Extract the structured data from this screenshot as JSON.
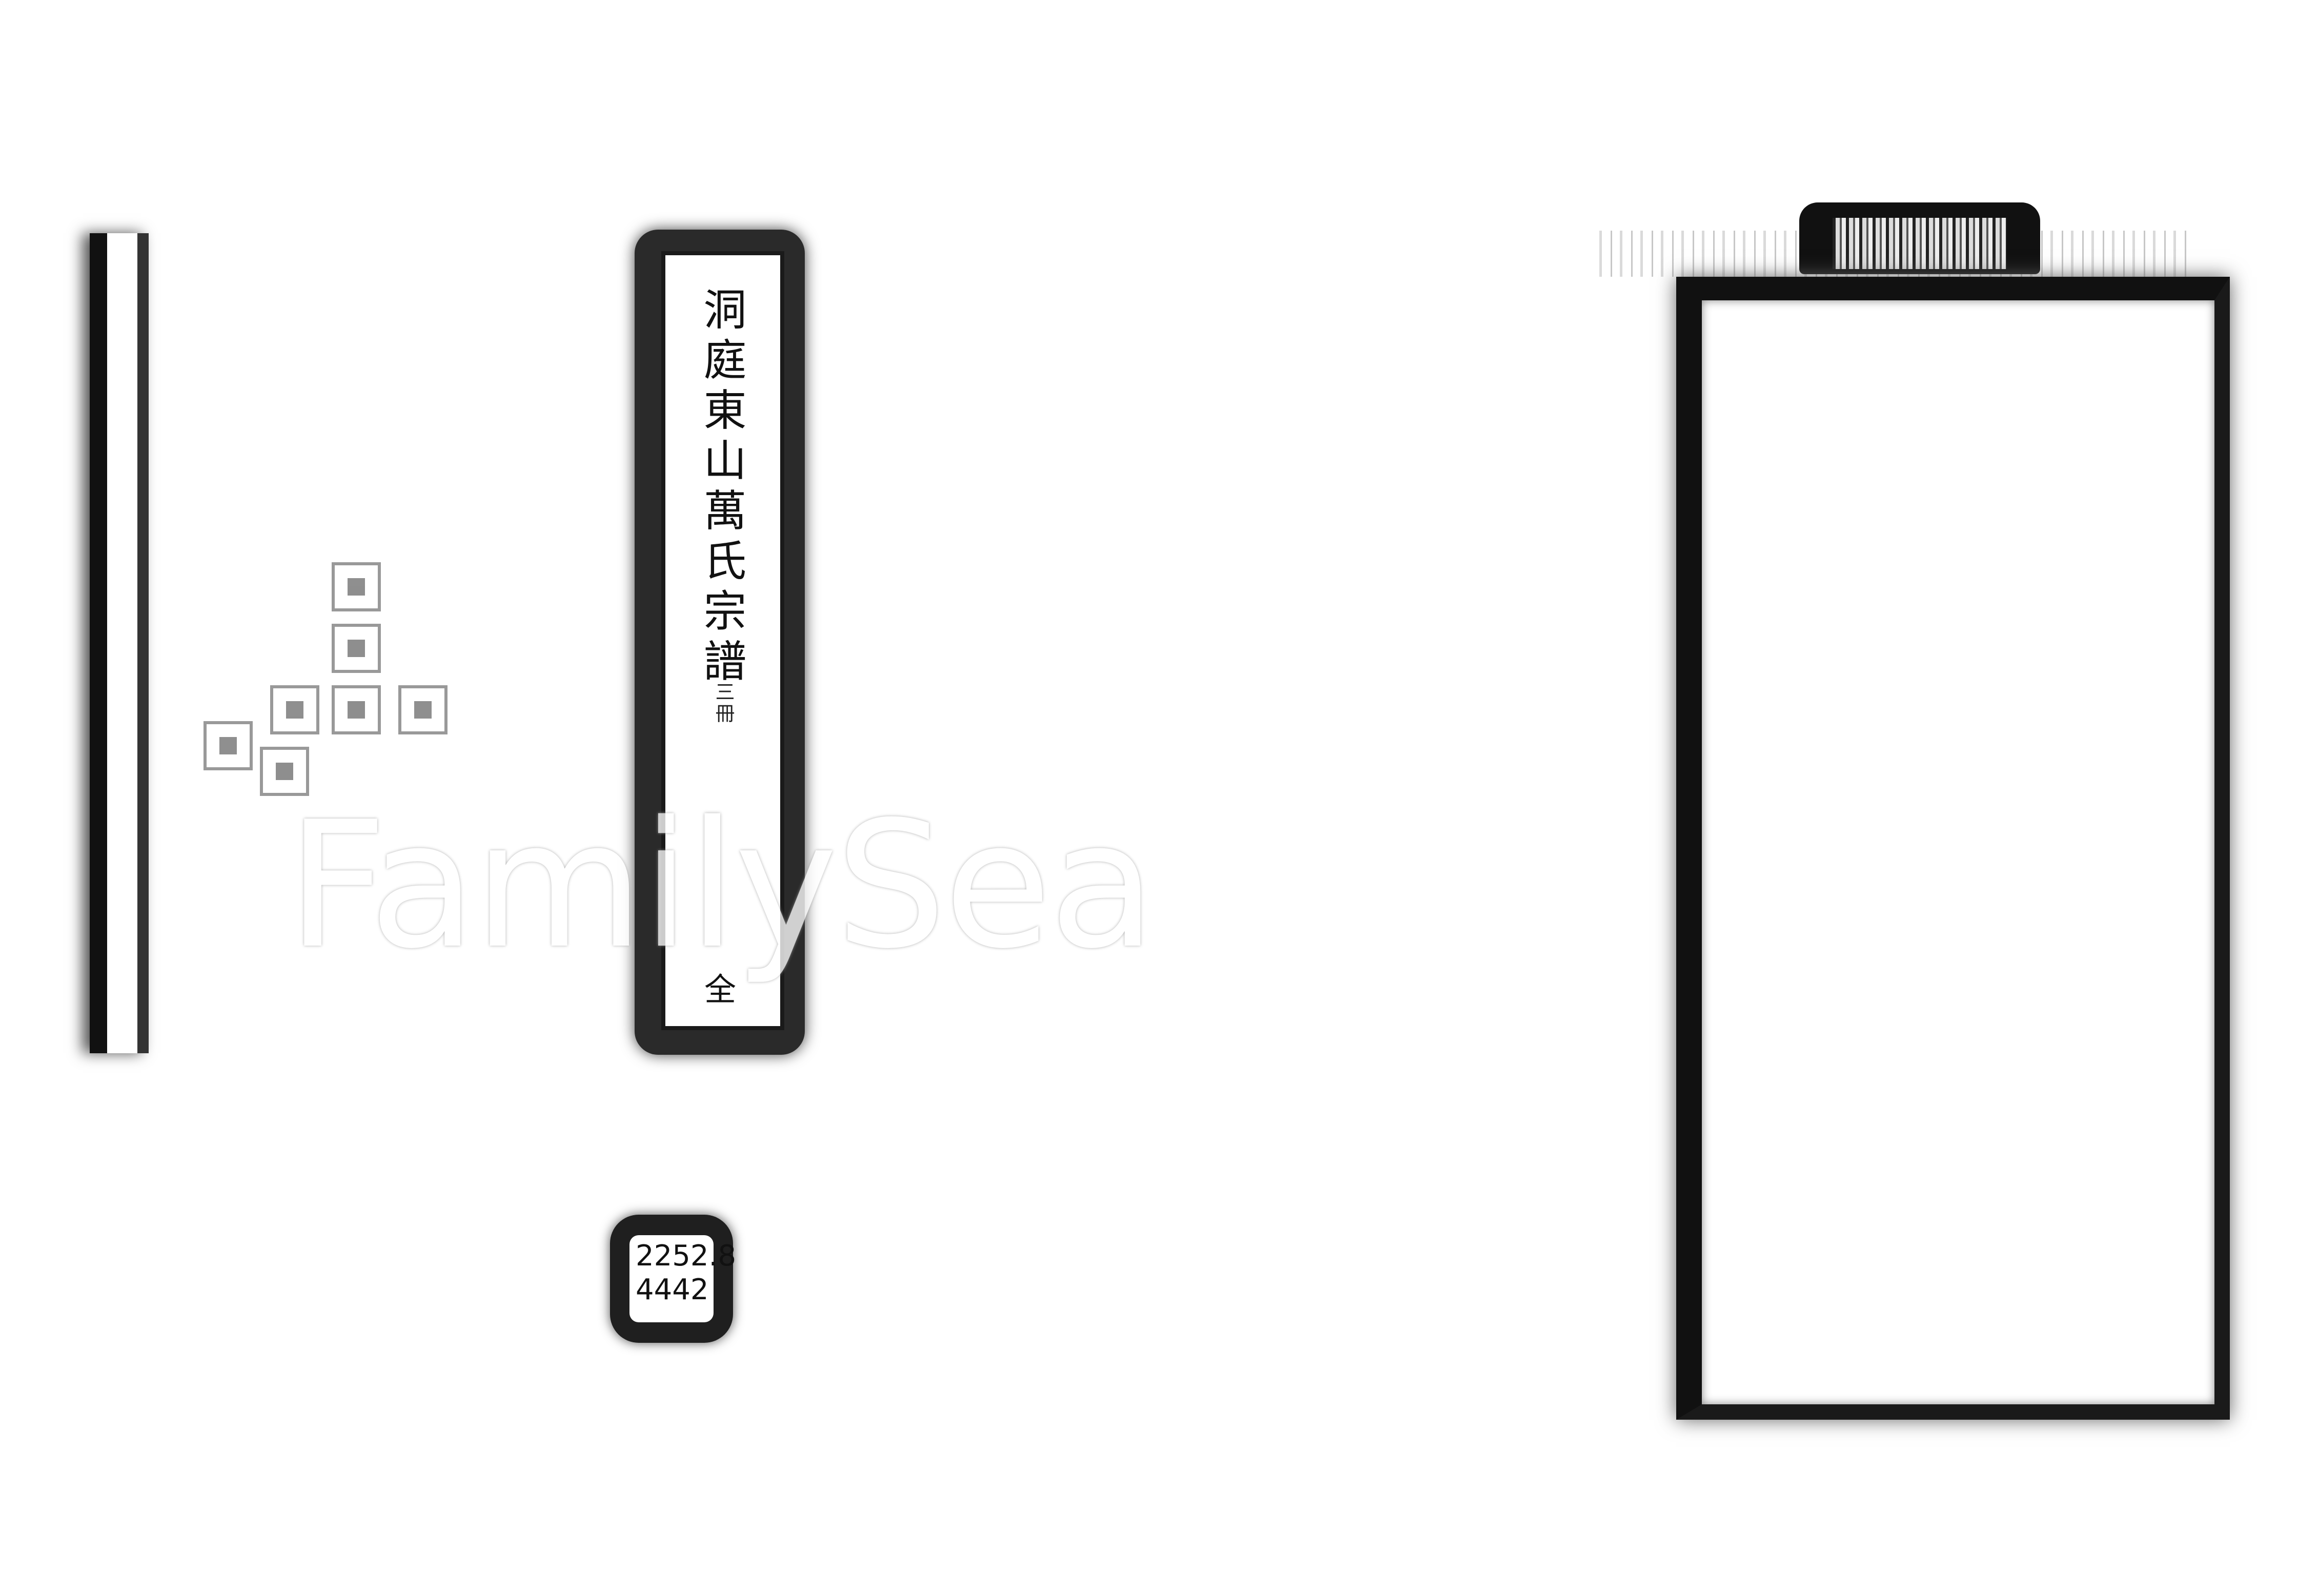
{
  "document": {
    "title_slip": {
      "title": "洞庭東山萬氏宗譜",
      "volume_note": "三冊",
      "volume_mark": "全"
    },
    "call_number": {
      "line1": "2252.8",
      "line2": "4442"
    },
    "watermark": {
      "text": "FamilySea"
    }
  }
}
